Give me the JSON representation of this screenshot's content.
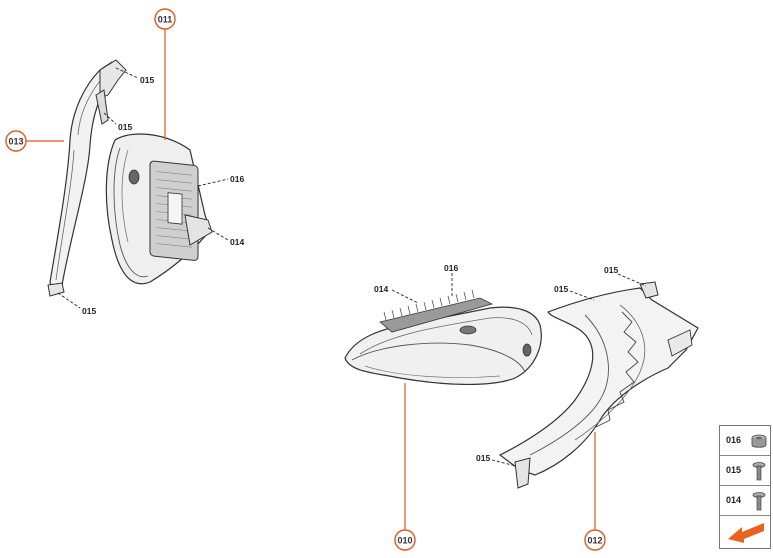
{
  "callouts": {
    "c011": "011",
    "c013": "013",
    "c010": "010",
    "c012": "012"
  },
  "labels": {
    "l015_a": "015",
    "l015_b": "015",
    "l016_a": "016",
    "l014_a": "014",
    "l015_c": "015",
    "l014_b": "014",
    "l016_b": "016",
    "l015_d": "015",
    "l015_e": "015",
    "l015_f": "015"
  },
  "legend": {
    "items": [
      {
        "code": "016",
        "icon": "nut-icon"
      },
      {
        "code": "015",
        "icon": "screw-icon"
      },
      {
        "code": "014",
        "icon": "screw-icon"
      }
    ],
    "nav_icon": "arrow-left-icon"
  },
  "colors": {
    "callout": "#e0561e",
    "nav": "#e8641e",
    "line": "#333333"
  }
}
